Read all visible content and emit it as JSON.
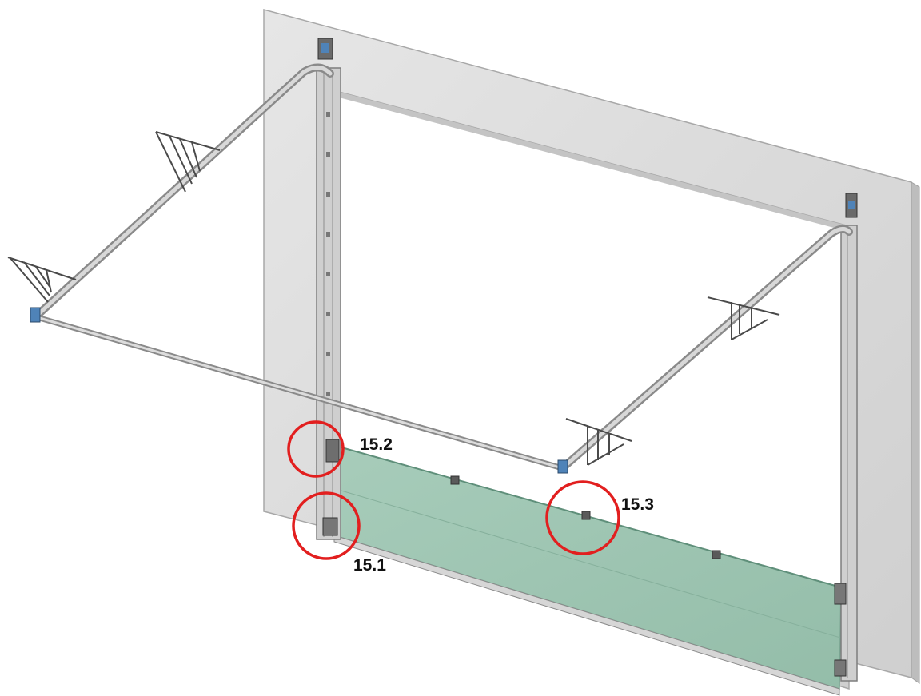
{
  "callouts": [
    {
      "id": "15.1",
      "label": "15.1"
    },
    {
      "id": "15.2",
      "label": "15.2"
    },
    {
      "id": "15.3",
      "label": "15.3"
    }
  ],
  "colors": {
    "wall": "#dcdcdc",
    "wall_edge": "#b4b4b4",
    "panel": "#9fc5b3",
    "track": "#bfbfbf",
    "bracket": "#4a4a4a",
    "callout_circle": "#e21f1f",
    "label": "#111111"
  }
}
